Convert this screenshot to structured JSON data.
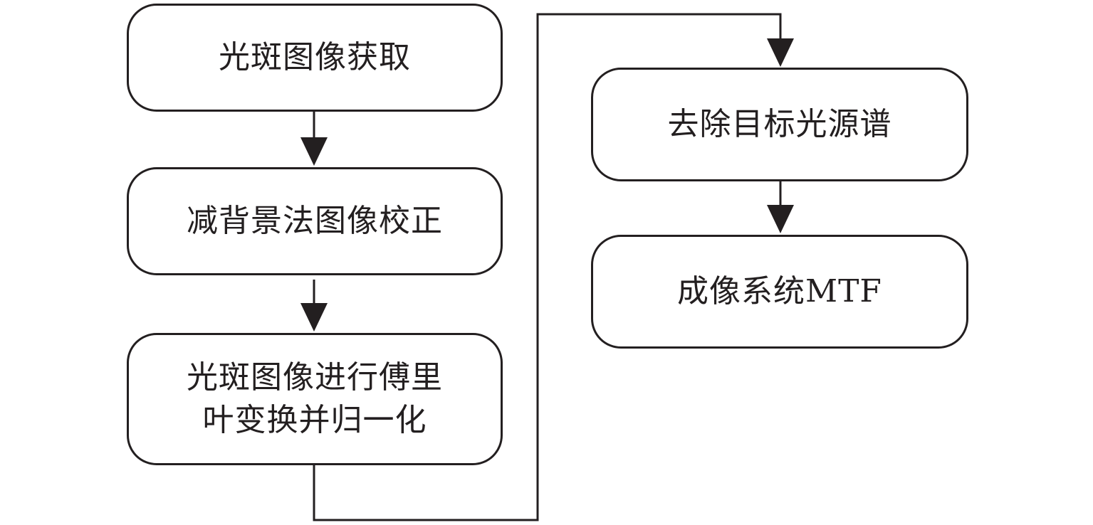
{
  "diagram": {
    "type": "flowchart",
    "colors": {
      "stroke": "#231f20",
      "text": "#231f20",
      "background": "#ffffff"
    },
    "steps": [
      {
        "id": "step-1",
        "lines": [
          "光斑图像获取"
        ]
      },
      {
        "id": "step-2",
        "lines": [
          "减背景法图像校正"
        ]
      },
      {
        "id": "step-3",
        "lines": [
          "光斑图像进行傅里",
          "叶变换并归一化"
        ]
      },
      {
        "id": "step-4",
        "lines": [
          "去除目标光源谱"
        ]
      },
      {
        "id": "step-5",
        "lines": [
          "成像系统MTF"
        ]
      }
    ],
    "connections": [
      {
        "from": "step-1",
        "to": "step-2"
      },
      {
        "from": "step-2",
        "to": "step-3"
      },
      {
        "from": "step-3",
        "to": "step-4"
      },
      {
        "from": "step-4",
        "to": "step-5"
      }
    ]
  }
}
